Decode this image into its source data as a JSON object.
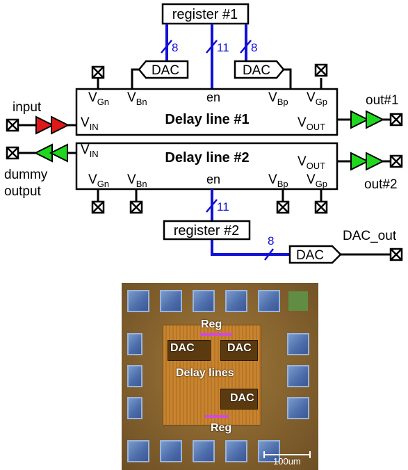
{
  "schematic": {
    "register1": "register #1",
    "register2": "register #2",
    "dac": "DAC",
    "bus_width_8": "8",
    "bus_width_11": "11",
    "delay_line1": "Delay line #1",
    "delay_line2": "Delay line #2",
    "en": "en",
    "pins": {
      "v": "V",
      "gn": "Gn",
      "bn": "Bn",
      "bp": "Bp",
      "gp": "Gp",
      "in": "IN",
      "out": "OUT"
    },
    "input": "input",
    "dummy_line1": "dummy",
    "dummy_line2": "output",
    "out1": "out#1",
    "out2": "out#2",
    "dac_out": "DAC_out"
  },
  "colors": {
    "bus": "#1010d8",
    "input_buffer": "#e01818",
    "output_buffer": "#1ed81e"
  },
  "micrograph": {
    "reg_top": "Reg",
    "reg_bottom": "Reg",
    "dac_left": "DAC",
    "dac_right": "DAC",
    "dac_bottom": "DAC",
    "delay_lines": "Delay lines",
    "scale": "100um"
  }
}
